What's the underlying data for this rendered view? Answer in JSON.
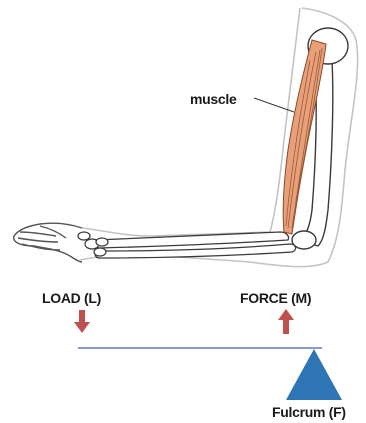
{
  "labels": {
    "muscle": "muscle",
    "load": "LOAD (L)",
    "force": "FORCE (M)",
    "fulcrum": "Fulcrum (F)"
  },
  "colors": {
    "arrow": "#c0504d",
    "lever": "#5b7fbf",
    "fulcrum": "#2e75b6",
    "muscle": "#e8a07a",
    "bone_outline": "#3a3a3a",
    "skin_outline": "#bdbdbd"
  },
  "arrows": {
    "load_direction": "down",
    "force_direction": "up"
  }
}
